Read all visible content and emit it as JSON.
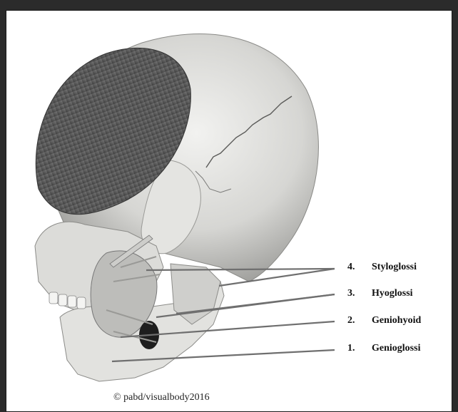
{
  "labels": [
    {
      "number": "4.",
      "name": "Styloglossi"
    },
    {
      "number": "3.",
      "name": "Hyoglossi"
    },
    {
      "number": "2.",
      "name": "Geniohyoid"
    },
    {
      "number": "1.",
      "name": "Genioglossi"
    }
  ],
  "credit": "© pabd/visualbody2016",
  "colors": {
    "background": "#2b2b2b",
    "panel": "#ffffff",
    "skull": "#d9d9d6",
    "temporalis": "#5f5f5f",
    "pointer": "#6f6f6f"
  }
}
